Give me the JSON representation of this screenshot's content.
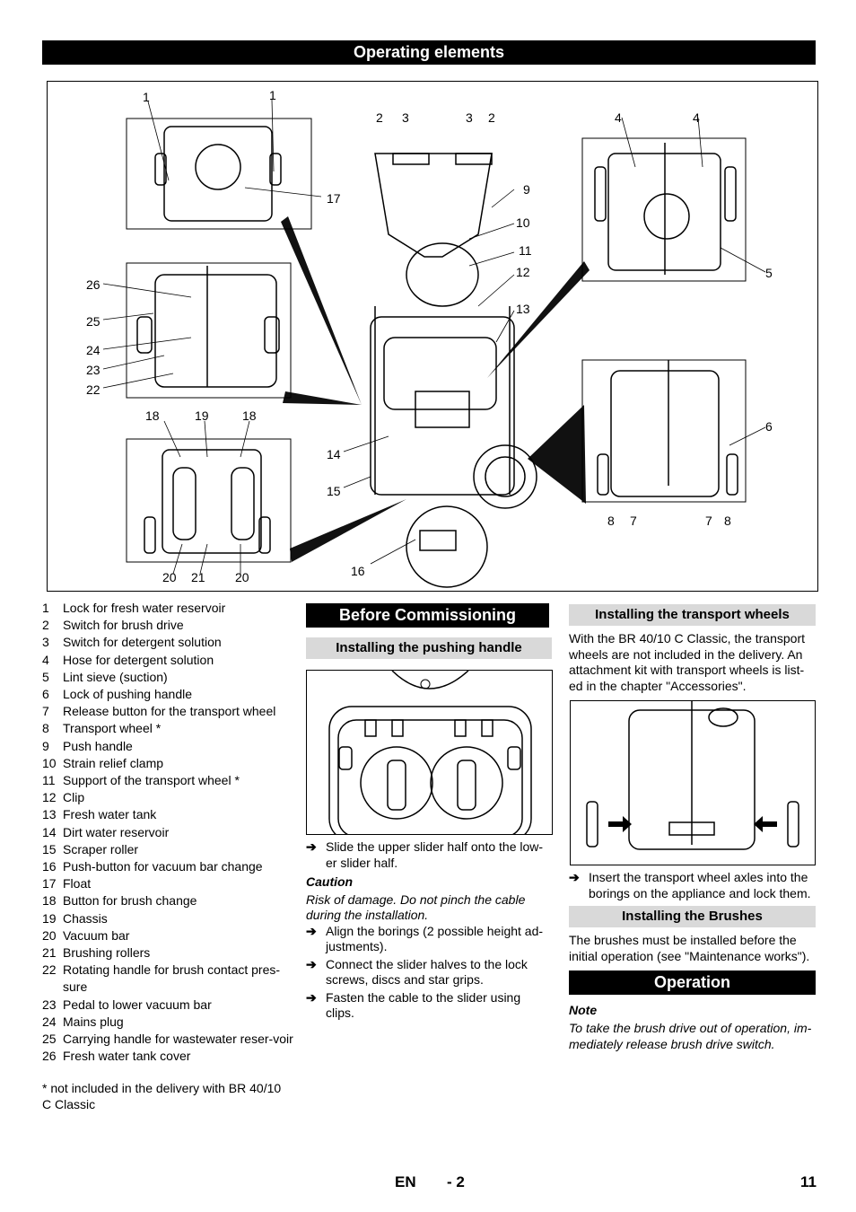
{
  "header": {
    "title": "Operating elements"
  },
  "figure_main": {
    "callouts": [
      "1",
      "1",
      "2",
      "3",
      "3",
      "2",
      "4",
      "4",
      "17",
      "9",
      "10",
      "11",
      "12",
      "13",
      "5",
      "26",
      "25",
      "24",
      "23",
      "22",
      "6",
      "18",
      "19",
      "18",
      "14",
      "15",
      "8",
      "7",
      "7",
      "8",
      "20",
      "21",
      "20",
      "16"
    ]
  },
  "legend": {
    "items": [
      {
        "n": "1",
        "t": "Lock for fresh water reservoir"
      },
      {
        "n": "2",
        "t": "Switch for brush drive"
      },
      {
        "n": "3",
        "t": "Switch for detergent solution"
      },
      {
        "n": "4",
        "t": "Hose for detergent solution"
      },
      {
        "n": "5",
        "t": "Lint sieve (suction)"
      },
      {
        "n": "6",
        "t": "Lock of pushing handle"
      },
      {
        "n": "7",
        "t": "Release button for the transport wheel"
      },
      {
        "n": "8",
        "t": "Transport wheel *"
      },
      {
        "n": "9",
        "t": "Push handle"
      },
      {
        "n": "10",
        "t": "Strain relief clamp"
      },
      {
        "n": "11",
        "t": "Support of the transport wheel *"
      },
      {
        "n": "12",
        "t": "Clip"
      },
      {
        "n": "13",
        "t": "Fresh water tank"
      },
      {
        "n": "14",
        "t": "Dirt water reservoir"
      },
      {
        "n": "15",
        "t": "Scraper roller"
      },
      {
        "n": "16",
        "t": "Push-button for vacuum bar change"
      },
      {
        "n": "17",
        "t": "Float"
      },
      {
        "n": "18",
        "t": "Button for brush change"
      },
      {
        "n": "19",
        "t": "Chassis"
      },
      {
        "n": "20",
        "t": "Vacuum bar"
      },
      {
        "n": "21",
        "t": "Brushing rollers"
      },
      {
        "n": "22",
        "t": "Rotating handle for brush contact pres-sure"
      },
      {
        "n": "23",
        "t": "Pedal to lower vacuum bar"
      },
      {
        "n": "24",
        "t": "Mains plug"
      },
      {
        "n": "25",
        "t": "Carrying handle for wastewater reser-voir"
      },
      {
        "n": "26",
        "t": "Fresh water tank cover"
      }
    ],
    "footnote": "* not included in the delivery with BR 40/10 C Classic"
  },
  "before": {
    "title": "Before Commissioning",
    "sub_title": "Installing the pushing handle",
    "step1": "Slide the upper slider half onto the low-er slider half.",
    "caution_label": "Caution",
    "caution_text": "Risk of damage. Do not pinch the cable during the installation.",
    "step2": "Align the borings (2 possible height ad-justments).",
    "step3": "Connect the slider halves to the lock screws, discs and star grips.",
    "step4": "Fasten the cable to the slider using clips."
  },
  "wheels": {
    "title": "Installing the transport wheels",
    "text": "With the BR 40/10 C Classic, the transport wheels are not included in the delivery. An attachment kit with transport wheels is list-ed in the chapter \"Accessories\".",
    "step": "Insert the transport wheel axles into the borings on the appliance and lock them."
  },
  "brushes": {
    "title": "Installing the Brushes",
    "text": "The brushes must be installed before the initial operation (see \"Maintenance works\")."
  },
  "operation": {
    "title": "Operation",
    "note_label": "Note",
    "note_text": "To take the brush drive out of operation, im-mediately release brush drive switch."
  },
  "footer": {
    "lang": "EN",
    "page_sub": "- 2",
    "page": "11"
  },
  "icons": {
    "step_arrow": "arrow-right-icon"
  }
}
